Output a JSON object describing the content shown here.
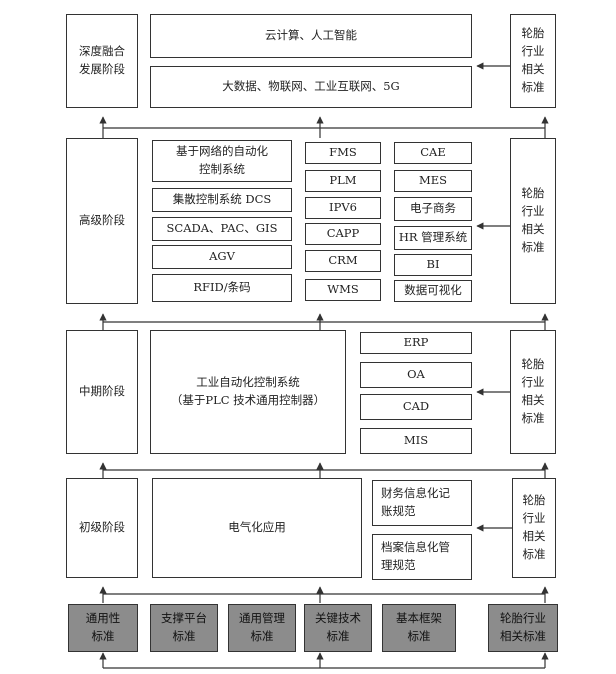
{
  "stages": {
    "deep": "深度融合\n发展阶段",
    "advanced": "高级阶段",
    "middle": "中期阶段",
    "initial": "初级阶段"
  },
  "tire_standard": "轮胎\n行业\n相关\n标准",
  "deep_layer": {
    "cloud": "云计算、人工智能",
    "bigdata": "大数据、物联网、工业互联网、5G"
  },
  "advanced_layer": {
    "col1": [
      "基于网络的自动化\n控制系统",
      "集散控制系统 DCS",
      "SCADA、PAC、GIS",
      "AGV",
      "RFID/条码"
    ],
    "col2": [
      "FMS",
      "PLM",
      "IPV6",
      "CAPP",
      "CRM",
      "WMS"
    ],
    "col3": [
      "CAE",
      "MES",
      "电子商务",
      "HR 管理系统",
      "BI",
      "数据可视化"
    ]
  },
  "middle_layer": {
    "main": "工业自动化控制系统\n（基于PLC 技术通用控制器）",
    "items": [
      "ERP",
      "OA",
      "CAD",
      "MIS"
    ]
  },
  "initial_layer": {
    "main": "电气化应用",
    "items": [
      "财务信息化记\n账规范",
      "档案信息化管\n理规范"
    ]
  },
  "bottom_standards": [
    "通用性\n标准",
    "支撑平台\n标准",
    "通用管理\n标准",
    "关键技术\n标准",
    "基本框架\n标准",
    "轮胎行业\n相关标准"
  ]
}
